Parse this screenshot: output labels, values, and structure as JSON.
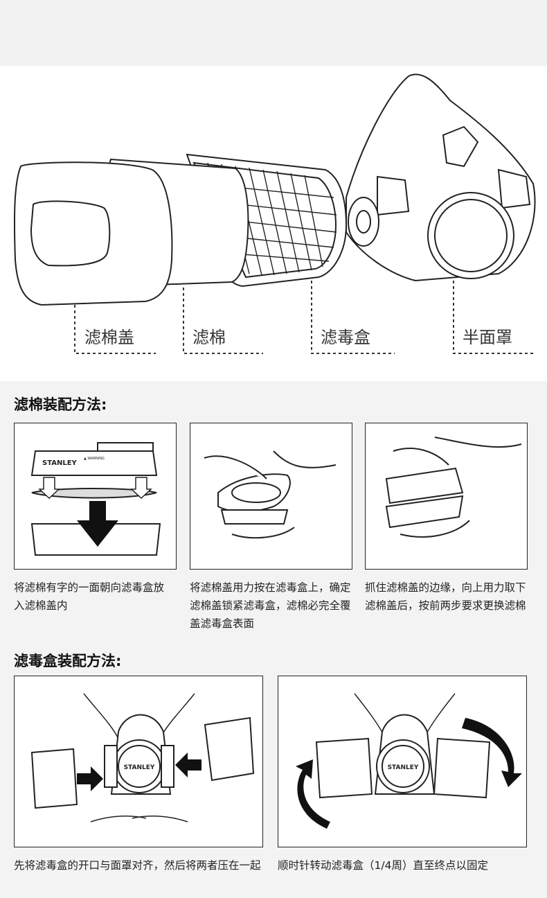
{
  "hero": {
    "labels": {
      "filter_cover": "滤棉盖",
      "filter_cotton": "滤棉",
      "cartridge": "滤毒盒",
      "half_mask": "半面罩"
    }
  },
  "section1": {
    "title": "滤棉装配方法:",
    "brand": "STANLEY",
    "warning_text": "▲ WARNING",
    "steps": [
      {
        "caption": "将滤棉有字的一面朝向滤毒盒放入滤棉盖内"
      },
      {
        "caption": "将滤棉盖用力按在滤毒盒上，确定滤棉盖锁紧滤毒盒，滤棉必完全覆盖滤毒盒表面"
      },
      {
        "caption": "抓住滤棉盖的边缘，向上用力取下滤棉盖后，按前两步要求更换滤棉"
      }
    ]
  },
  "section2": {
    "title": "滤毒盒装配方法:",
    "brand": "STANLEY",
    "steps": [
      {
        "caption": "先将滤毒盒的开口与面罩对齐，然后将两者压在一起"
      },
      {
        "caption": "顺时针转动滤毒盒（1/4周）直至终点以固定"
      }
    ]
  }
}
